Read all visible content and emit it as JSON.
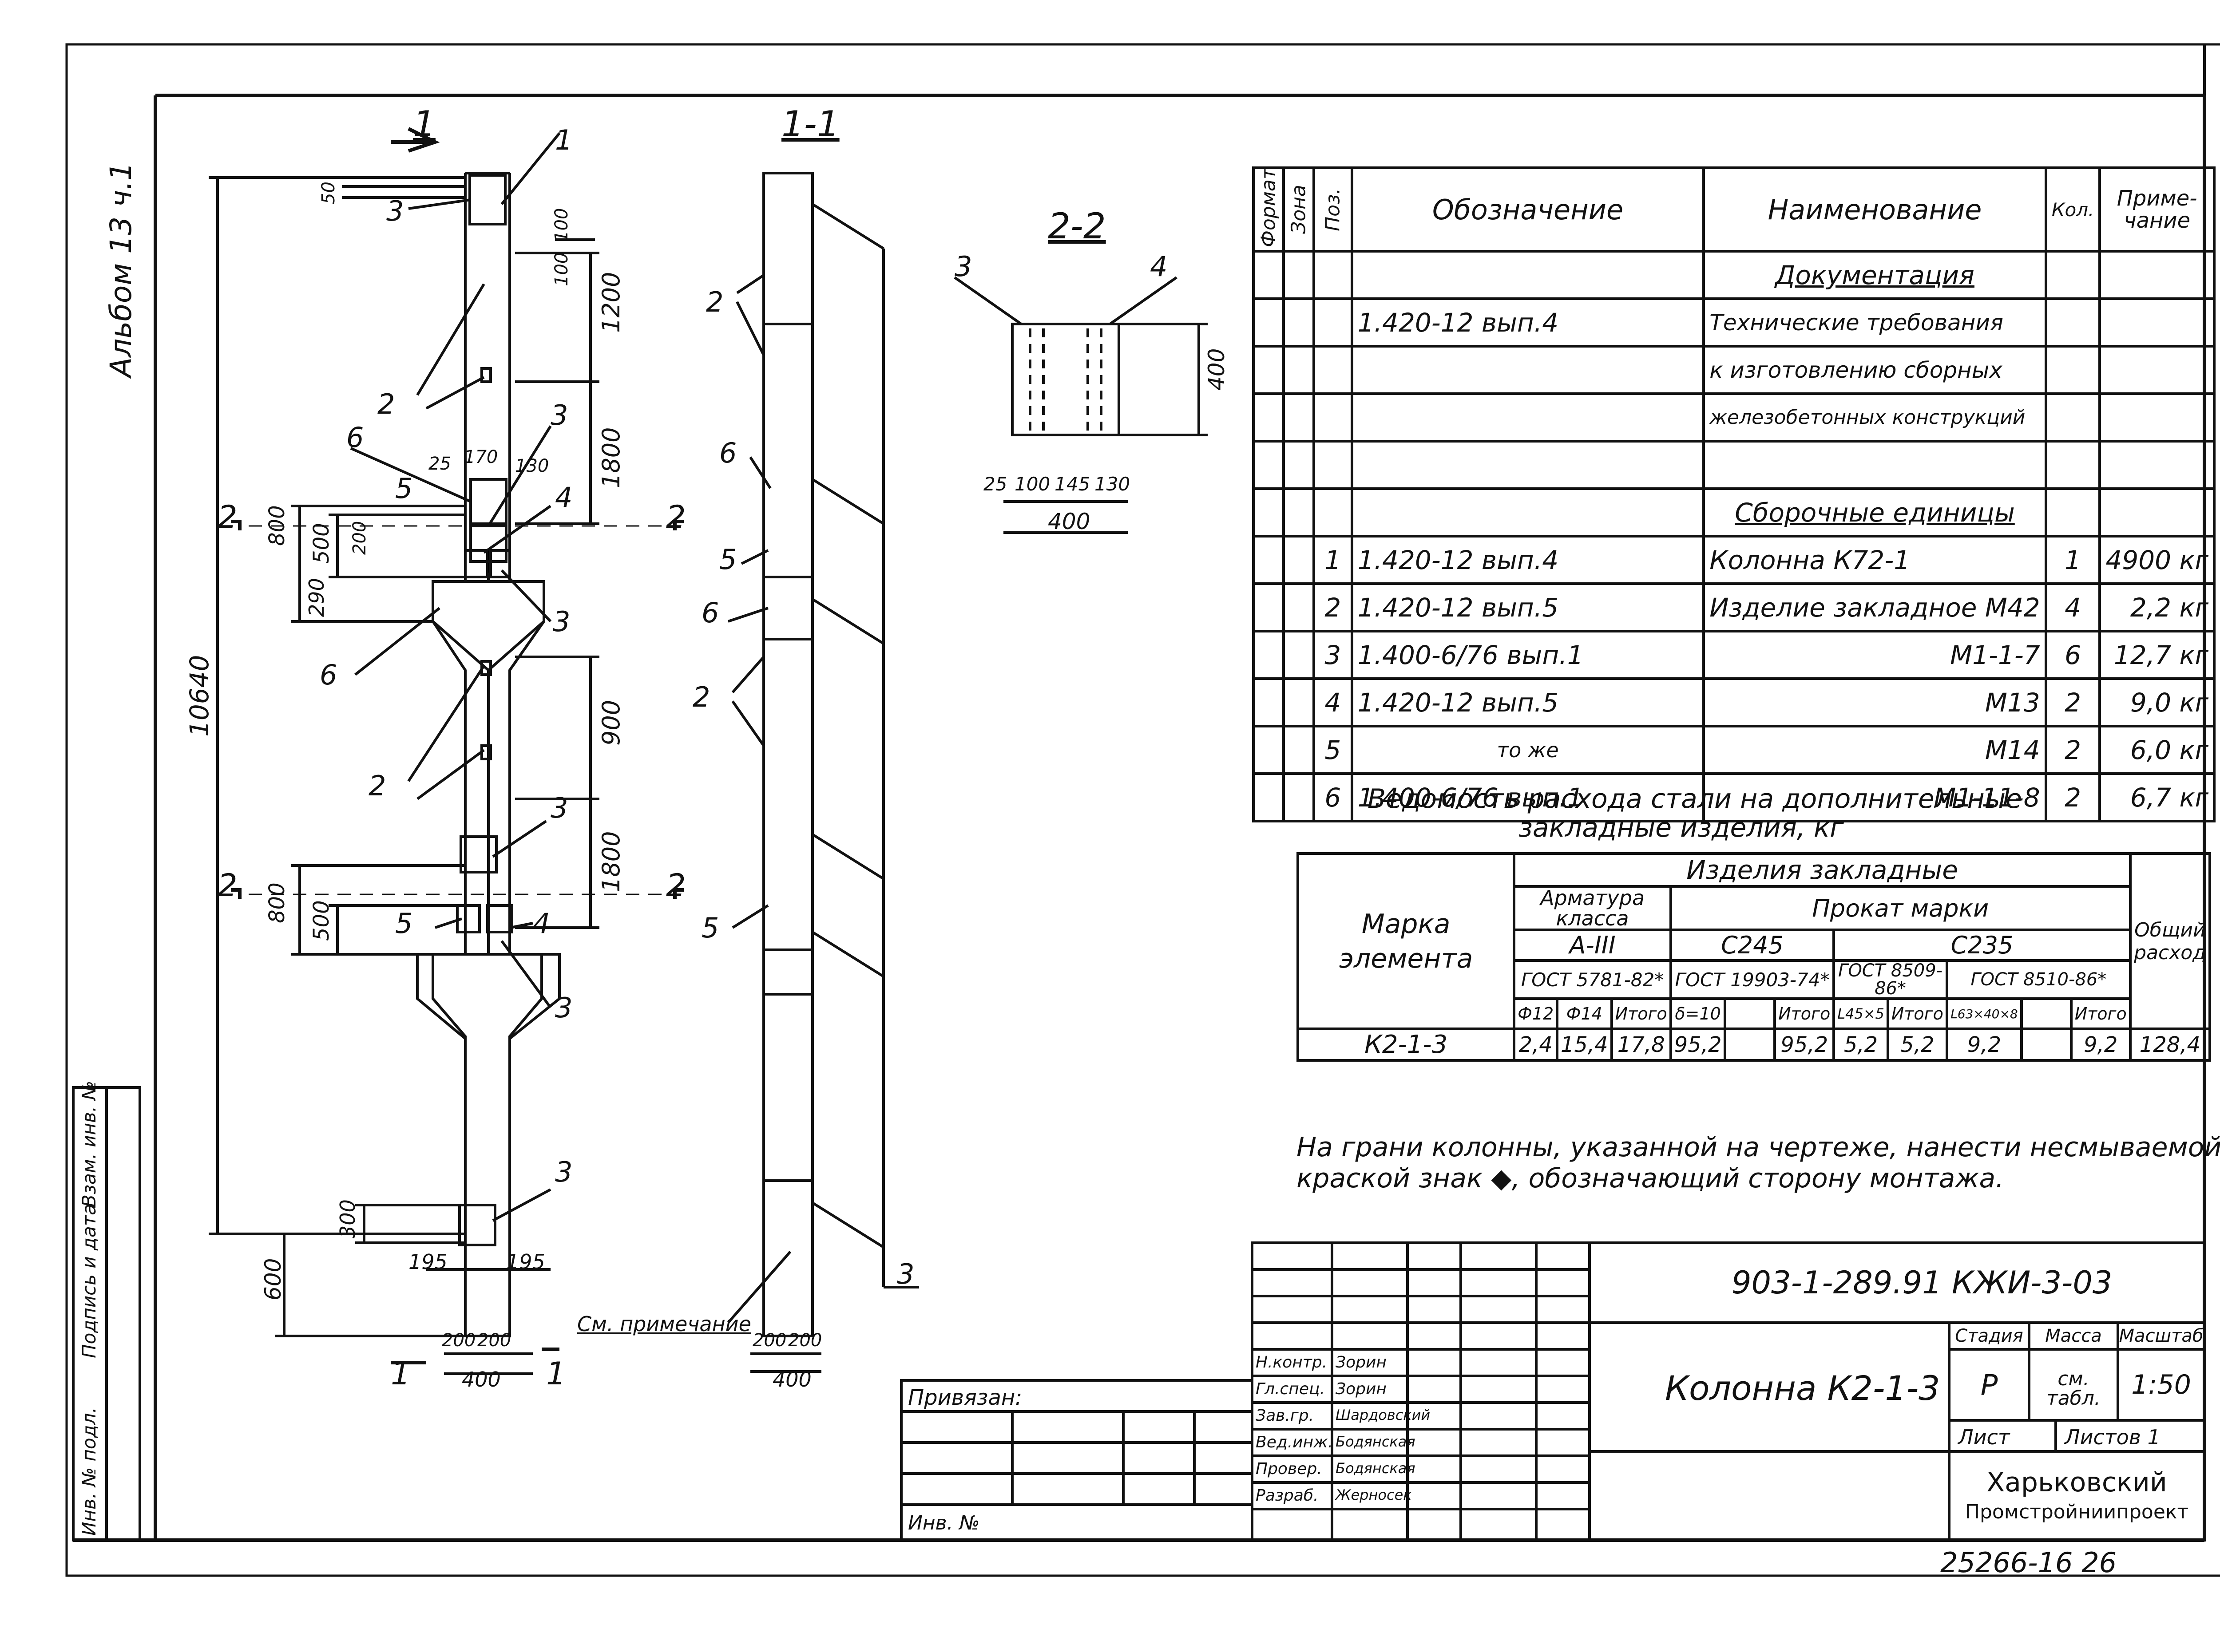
{
  "sheet_number": "25",
  "album_label": "Альбом 13 ч.1",
  "left_stamp": [
    "Инв. № подл.",
    "Подпись и дата",
    "Взам. инв. №"
  ],
  "views": {
    "main_title": "1",
    "section_1_1": "1-1",
    "section_2_2": "2-2",
    "section_mark_2": "2",
    "section_mark_1": "1",
    "note_callout": "См. примечание"
  },
  "dims_main": {
    "total": "10640",
    "d50": "50",
    "d100a": "100",
    "d100b": "100",
    "d1200": "1200",
    "d1800a": "1800",
    "d25": "25",
    "d170": "170",
    "d130": "130",
    "d800a": "800",
    "d500a": "500",
    "d200": "200",
    "d290": "290",
    "d900": "900",
    "d1800b": "1800",
    "d800b": "800",
    "d500b": "500",
    "d300": "300",
    "d600": "600",
    "d195a": "195",
    "d195b": "195",
    "d200a": "200",
    "d200b": "200",
    "d400": "400"
  },
  "dims_s11": {
    "d200a": "200",
    "d200b": "200",
    "d400": "400"
  },
  "dims_s22": {
    "h400": "400",
    "d25": "25",
    "d100": "100",
    "d145": "145",
    "d130": "130",
    "w400": "400"
  },
  "pos": {
    "p1": "1",
    "p2": "2",
    "p3": "3",
    "p4": "4",
    "p5": "5",
    "p6": "6"
  },
  "spec": {
    "col_format": "Формат",
    "col_zone": "Зона",
    "col_pos": "Поз.",
    "col_designation": "Обозначение",
    "col_name": "Наименование",
    "col_qty": "Кол.",
    "col_note": "Приме- чание",
    "section_docs": "Документация",
    "section_units": "Сборочные единицы",
    "doc_rows": [
      {
        "designation": "1.420-12 вып.4",
        "name": "Технические требования"
      },
      {
        "designation": "",
        "name": "к изготовлению сборных"
      },
      {
        "designation": "",
        "name": "железобетонных конструкций"
      }
    ],
    "rows": [
      {
        "pos": "1",
        "designation": "1.420-12 вып.4",
        "name": "Колонна К72-1",
        "qty": "1",
        "note": "4900 кг"
      },
      {
        "pos": "2",
        "designation": "1.420-12 вып.5",
        "name": "Изделие закладное М42",
        "qty": "4",
        "note": "2,2 кг"
      },
      {
        "pos": "3",
        "designation": "1.400-6/76 вып.1",
        "name": "М1-1-7",
        "qty": "6",
        "note": "12,7 кг"
      },
      {
        "pos": "4",
        "designation": "1.420-12 вып.5",
        "name": "М13",
        "qty": "2",
        "note": "9,0 кг"
      },
      {
        "pos": "5",
        "designation": "то же",
        "name": "М14",
        "qty": "2",
        "note": "6,0 кг"
      },
      {
        "pos": "6",
        "designation": "1.400-6/76 вып.1",
        "name": "М1-11-8",
        "qty": "2",
        "note": "6,7 кг"
      }
    ]
  },
  "steel": {
    "title_line1": "Ведомость расхода стали на дополнительные",
    "title_line2": "закладные изделия, кг",
    "h_mark": "Марка элемента",
    "h_items": "Изделия закладные",
    "h_rebar": "Арматура класса",
    "h_rolled": "Прокат марки",
    "h_total": "Общий расход",
    "h_aIII": "А-III",
    "h_c245": "С245",
    "h_c235": "С235",
    "h_gost1": "ГОСТ 5781-82*",
    "h_gost2": "ГОСТ 19903-74*",
    "h_gost3": "ГОСТ 8509-86*",
    "h_gost4": "ГОСТ 8510-86*",
    "cols": [
      "Ф12",
      "Ф14",
      "Итого",
      "δ=10",
      "",
      "Итого",
      "L45×5",
      "Итого",
      "L63×40×8",
      "",
      "Итого"
    ],
    "row_mark": "К2-1-3",
    "row_values": [
      "2,4",
      "15,4",
      "17,8",
      "95,2",
      "",
      "95,2",
      "5,2",
      "5,2",
      "9,2",
      "",
      "9,2"
    ],
    "row_total": "128,4"
  },
  "note_line1": "На грани колонны, указанной на чертеже, нанести несмываемой",
  "note_line2": "краской знак ◆, обозначающий сторону монтажа.",
  "stamp": {
    "bound_label": "Привязан:",
    "inv_label": "Инв. №",
    "doc_code": "903-1-289.91 КЖИ-3-03",
    "title": "Колонна К2-1-3",
    "h_stage": "Стадия",
    "h_mass": "Масса",
    "h_scale": "Масштаб",
    "stage": "Р",
    "mass": "см. табл.",
    "scale": "1:50",
    "sheet_label": "Лист",
    "sheets_label": "Листов 1",
    "org_line1": "Харьковский",
    "org_line2": "Промстройниипроект",
    "roles": [
      {
        "role": "Н.контр.",
        "name": "Зорин"
      },
      {
        "role": "Гл.спец.",
        "name": "Зорин"
      },
      {
        "role": "Зав.гр.",
        "name": "Шардовский"
      },
      {
        "role": "Вед.инж.",
        "name": "Бодянская"
      },
      {
        "role": "Провер.",
        "name": "Бодянская"
      },
      {
        "role": "Разраб.",
        "name": "Жерносек"
      }
    ]
  },
  "bottom_code": "25266-16 26"
}
